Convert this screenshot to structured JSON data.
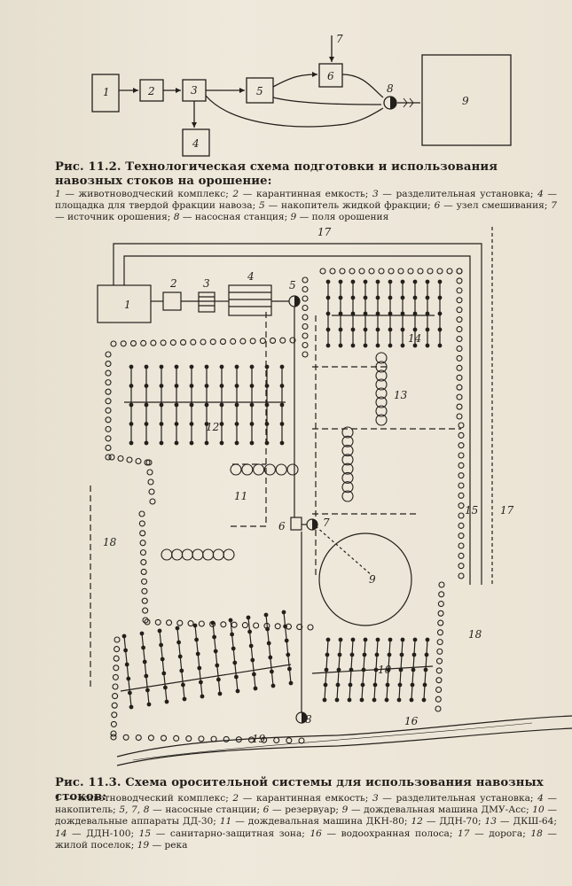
{
  "figure1": {
    "blocks": [
      "1",
      "2",
      "3",
      "4",
      "5",
      "6",
      "7",
      "8",
      "9"
    ],
    "caption_title": "Рис. 11.2. Технологическая схема подготовки и использования навозных стоков на орошение:",
    "legend": [
      {
        "n": "1",
        "t": "животноводческий комплекс"
      },
      {
        "n": "2",
        "t": "карантинная емкость"
      },
      {
        "n": "3",
        "t": "разделительная установка"
      },
      {
        "n": "4",
        "t": "площадка для твердой фракции навоза"
      },
      {
        "n": "5",
        "t": "накопитель жидкой фракции"
      },
      {
        "n": "6",
        "t": "узел смешивания"
      },
      {
        "n": "7",
        "t": "источник орошения"
      },
      {
        "n": "8",
        "t": "насосная станция"
      },
      {
        "n": "9",
        "t": "поля орошения"
      }
    ]
  },
  "figure2": {
    "labels": [
      "1",
      "2",
      "3",
      "4",
      "5",
      "6",
      "7",
      "8",
      "9",
      "10",
      "11",
      "12",
      "13",
      "14",
      "15",
      "16",
      "17",
      "17",
      "18",
      "18",
      "19"
    ],
    "caption_title": "Рис. 11.3. Схема оросительной системы для использования навозных стоков:",
    "legend": [
      {
        "n": "1",
        "t": "животноводческий комплекс"
      },
      {
        "n": "2",
        "t": "карантинная емкость"
      },
      {
        "n": "3",
        "t": "разделительная установка"
      },
      {
        "n": "4",
        "t": "накопитель"
      },
      {
        "n": "5, 7, 8",
        "t": "насосные станции"
      },
      {
        "n": "6",
        "t": "резервуар"
      },
      {
        "n": "9",
        "t": "дождевальная машина ДМУ-Асс"
      },
      {
        "n": "10",
        "t": "дождевальные аппараты ДД-30"
      },
      {
        "n": "11",
        "t": "дождевальная машина ДКН-80"
      },
      {
        "n": "12",
        "t": "ДДН-70"
      },
      {
        "n": "13",
        "t": "ДКШ-64"
      },
      {
        "n": "14",
        "t": "ДДН-100"
      },
      {
        "n": "15",
        "t": "санитарно-защитная зона"
      },
      {
        "n": "16",
        "t": "водоохранная полоса"
      },
      {
        "n": "17",
        "t": "дорога"
      },
      {
        "n": "18",
        "t": "жилой поселок"
      },
      {
        "n": "19",
        "t": "река"
      }
    ]
  },
  "colors": {
    "ink": "#231f1b",
    "paper": "#ece6d8"
  }
}
